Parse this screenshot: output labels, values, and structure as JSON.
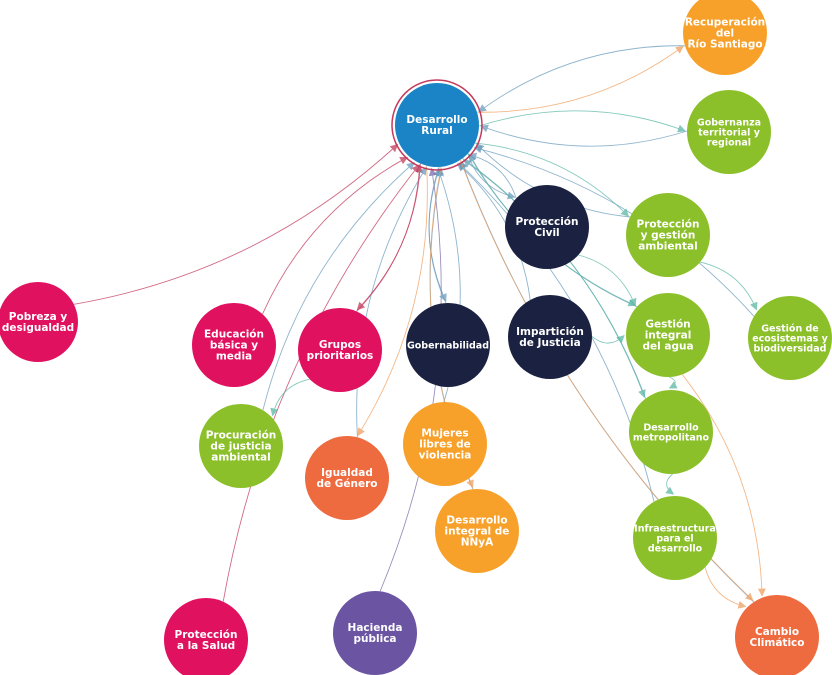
{
  "colors": {
    "magenta": "#e0115f",
    "navy": "#1b2140",
    "green": "#8cc02a",
    "orange": "#f7a12b",
    "coral": "#ee6a3f",
    "purple": "#6b55a3",
    "blue": "#1a84c7",
    "teal": "#59b7a4",
    "edge_blue": "#6a9cbd",
    "edge_red": "#c23a5c",
    "edge_orange": "#f0a060",
    "edge_purple": "#7a6aa8"
  },
  "nodes": [
    {
      "id": "desarrollo-rural",
      "lines": [
        "Desarrollo",
        "Rural"
      ],
      "color": "blue"
    },
    {
      "id": "recuperacion-rio-santiago",
      "lines": [
        "Recuperación",
        "del",
        "Río Santiago"
      ],
      "color": "orange"
    },
    {
      "id": "gobernanza-territorial",
      "lines": [
        "Gobernanza",
        "territorial y",
        "regional"
      ],
      "color": "green"
    },
    {
      "id": "proteccion-civil",
      "lines": [
        "Protección",
        "Civil"
      ],
      "color": "navy"
    },
    {
      "id": "proteccion-gestion-ambiental",
      "lines": [
        "Protección",
        "y gestión",
        "ambiental"
      ],
      "color": "green"
    },
    {
      "id": "pobreza-desigualdad",
      "lines": [
        "Pobreza y",
        "desigualdad"
      ],
      "color": "magenta"
    },
    {
      "id": "educacion-basica-media",
      "lines": [
        "Educación",
        "básica y",
        "media"
      ],
      "color": "magenta"
    },
    {
      "id": "grupos-prioritarios",
      "lines": [
        "Grupos",
        "prioritarios"
      ],
      "color": "magenta"
    },
    {
      "id": "gobernabilidad",
      "lines": [
        "Gobernabilidad"
      ],
      "color": "navy"
    },
    {
      "id": "imparticion-justicia",
      "lines": [
        "Impartición",
        "de Justicia"
      ],
      "color": "navy"
    },
    {
      "id": "gestion-integral-agua",
      "lines": [
        "Gestión",
        "integral",
        "del agua"
      ],
      "color": "green"
    },
    {
      "id": "gestion-ecosistemas",
      "lines": [
        "Gestión de",
        "ecosistemas y",
        "biodiversidad"
      ],
      "color": "green"
    },
    {
      "id": "procuracion-justicia-ambiental",
      "lines": [
        "Procuración",
        "de justicia",
        "ambiental"
      ],
      "color": "green"
    },
    {
      "id": "mujeres-libres-violencia",
      "lines": [
        "Mujeres",
        "libres de",
        "violencia"
      ],
      "color": "orange"
    },
    {
      "id": "igualdad-genero",
      "lines": [
        "Igualdad",
        "de Género"
      ],
      "color": "coral"
    },
    {
      "id": "desarrollo-metropolitano",
      "lines": [
        "Desarrollo",
        "metropolitano"
      ],
      "color": "green"
    },
    {
      "id": "desarrollo-integral-nnya",
      "lines": [
        "Desarrollo",
        "integral de",
        "NNyA"
      ],
      "color": "orange"
    },
    {
      "id": "infraestructura-desarrollo",
      "lines": [
        "Infraestructura",
        "para el",
        "desarrollo"
      ],
      "color": "green"
    },
    {
      "id": "proteccion-salud",
      "lines": [
        "Protección",
        "a la Salud"
      ],
      "color": "magenta"
    },
    {
      "id": "hacienda-publica",
      "lines": [
        "Hacienda",
        "pública"
      ],
      "color": "purple"
    },
    {
      "id": "cambio-climatico",
      "lines": [
        "Cambio",
        "Climático"
      ],
      "color": "coral"
    }
  ],
  "edges": [
    {
      "from": "recuperacion-rio-santiago",
      "to": "desarrollo-rural",
      "color": "edge_blue"
    },
    {
      "from": "gobernanza-territorial",
      "to": "desarrollo-rural",
      "color": "edge_blue"
    },
    {
      "from": "pobreza-desigualdad",
      "to": "desarrollo-rural",
      "color": "edge_red"
    },
    {
      "from": "educacion-basica-media",
      "to": "desarrollo-rural",
      "color": "edge_red"
    },
    {
      "from": "grupos-prioritarios",
      "to": "desarrollo-rural",
      "color": "edge_red"
    },
    {
      "from": "gobernabilidad",
      "to": "desarrollo-rural",
      "color": "edge_blue"
    },
    {
      "from": "imparticion-justicia",
      "to": "desarrollo-rural",
      "color": "edge_blue"
    },
    {
      "from": "gestion-integral-agua",
      "to": "desarrollo-rural",
      "color": "edge_blue"
    },
    {
      "from": "gestion-ecosistemas",
      "to": "desarrollo-rural",
      "color": "edge_blue"
    },
    {
      "from": "procuracion-justicia-ambiental",
      "to": "desarrollo-rural",
      "color": "edge_blue"
    },
    {
      "from": "mujeres-libres-violencia",
      "to": "desarrollo-rural",
      "color": "edge_blue"
    },
    {
      "from": "igualdad-genero",
      "to": "desarrollo-rural",
      "color": "edge_blue"
    },
    {
      "from": "desarrollo-metropolitano",
      "to": "desarrollo-rural",
      "color": "edge_blue"
    },
    {
      "from": "desarrollo-integral-nnya",
      "to": "desarrollo-rural",
      "color": "edge_blue"
    },
    {
      "from": "infraestructura-desarrollo",
      "to": "desarrollo-rural",
      "color": "edge_blue"
    },
    {
      "from": "proteccion-salud",
      "to": "desarrollo-rural",
      "color": "edge_red"
    },
    {
      "from": "hacienda-publica",
      "to": "desarrollo-rural",
      "color": "edge_purple"
    },
    {
      "from": "cambio-climatico",
      "to": "desarrollo-rural",
      "color": "edge_blue"
    },
    {
      "from": "proteccion-civil",
      "to": "desarrollo-rural",
      "color": "edge_blue"
    },
    {
      "from": "proteccion-gestion-ambiental",
      "to": "desarrollo-rural",
      "color": "edge_blue"
    },
    {
      "from": "desarrollo-rural",
      "to": "recuperacion-rio-santiago",
      "color": "edge_orange"
    },
    {
      "from": "desarrollo-rural",
      "to": "gobernanza-territorial",
      "color": "teal"
    },
    {
      "from": "desarrollo-rural",
      "to": "proteccion-civil",
      "color": "edge_blue"
    },
    {
      "from": "desarrollo-rural",
      "to": "proteccion-gestion-ambiental",
      "color": "teal"
    },
    {
      "from": "desarrollo-rural",
      "to": "gobernabilidad",
      "color": "edge_blue"
    },
    {
      "from": "desarrollo-rural",
      "to": "grupos-prioritarios",
      "color": "edge_red"
    },
    {
      "from": "desarrollo-rural",
      "to": "gestion-integral-agua",
      "color": "teal"
    },
    {
      "from": "desarrollo-rural",
      "to": "igualdad-genero",
      "color": "edge_orange"
    },
    {
      "from": "desarrollo-rural",
      "to": "desarrollo-integral-nnya",
      "color": "edge_orange"
    },
    {
      "from": "desarrollo-rural",
      "to": "desarrollo-metropolitano",
      "color": "teal"
    },
    {
      "from": "desarrollo-rural",
      "to": "cambio-climatico",
      "color": "edge_orange"
    },
    {
      "from": "proteccion-gestion-ambiental",
      "to": "gestion-ecosistemas",
      "color": "teal"
    },
    {
      "from": "grupos-prioritarios",
      "to": "procuracion-justicia-ambiental",
      "color": "teal"
    },
    {
      "from": "gestion-integral-agua",
      "to": "desarrollo-metropolitano",
      "color": "teal"
    },
    {
      "from": "desarrollo-metropolitano",
      "to": "infraestructura-desarrollo",
      "color": "teal"
    },
    {
      "from": "proteccion-civil",
      "to": "gestion-integral-agua",
      "color": "teal"
    },
    {
      "from": "imparticion-justicia",
      "to": "gestion-integral-agua",
      "color": "teal"
    },
    {
      "from": "gestion-integral-agua",
      "to": "cambio-climatico",
      "color": "edge_orange"
    },
    {
      "from": "infraestructura-desarrollo",
      "to": "cambio-climatico",
      "color": "edge_orange"
    }
  ]
}
